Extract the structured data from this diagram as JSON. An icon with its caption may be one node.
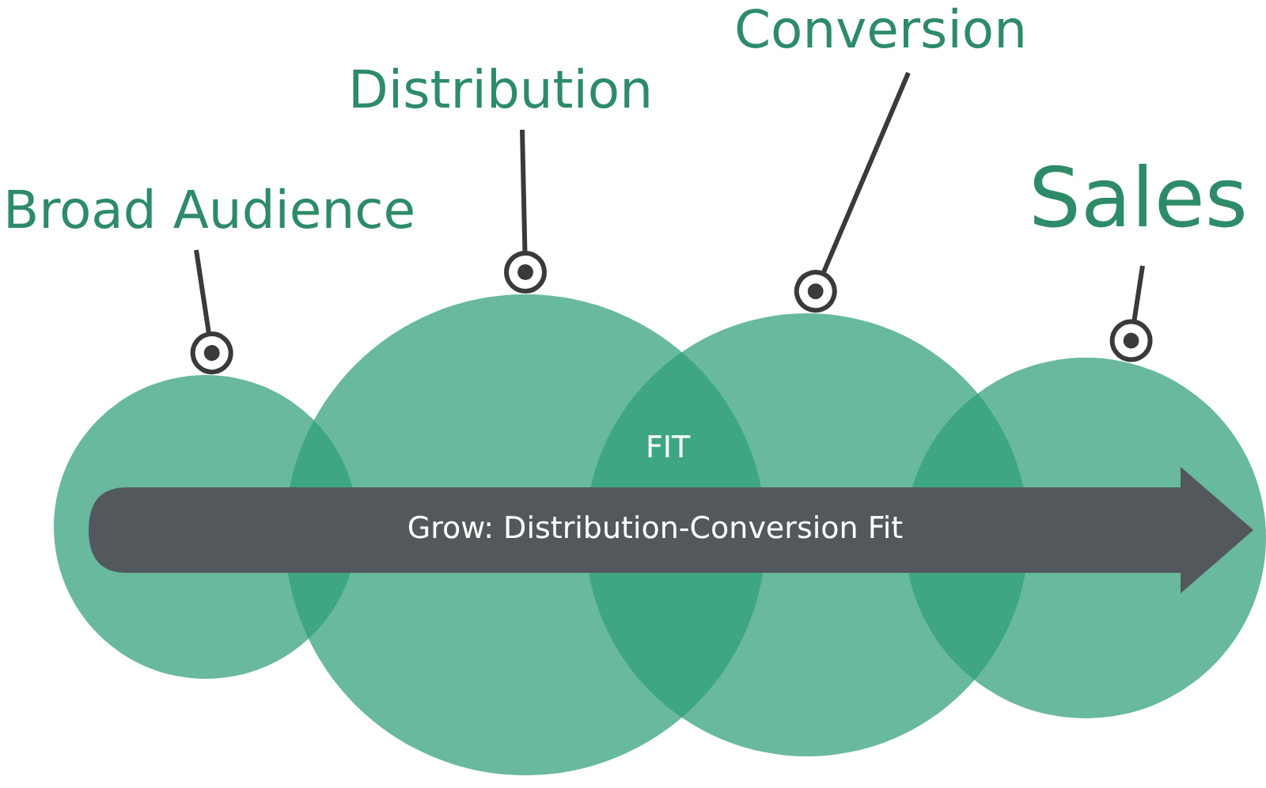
{
  "diagram": {
    "nodes": [
      {
        "text": [
          "Broad Audience"
        ]
      },
      {
        "text": [
          "Distribution"
        ]
      },
      {
        "text": [
          "Conversion"
        ]
      },
      {
        "text": [
          "Sales"
        ]
      },
      {
        "text": [],
        "shape": "circle"
      },
      {
        "text": [],
        "shape": "circle"
      },
      {
        "text": [],
        "shape": "circle"
      },
      {
        "text": [],
        "shape": "circle"
      },
      {
        "text": [
          "Grow: Distribution-Conversion Fit"
        ]
      }
    ],
    "edges": [
      {
        "from": 0,
        "to": 4,
        "arrow": "other"
      },
      {
        "from": 1,
        "to": 5,
        "arrow": "other"
      },
      {
        "from": 2,
        "to": 6,
        "arrow": "other"
      },
      {
        "from": 3,
        "to": 7,
        "arrow": "other"
      }
    ],
    "labels": [
      "FIT"
    ]
  }
}
